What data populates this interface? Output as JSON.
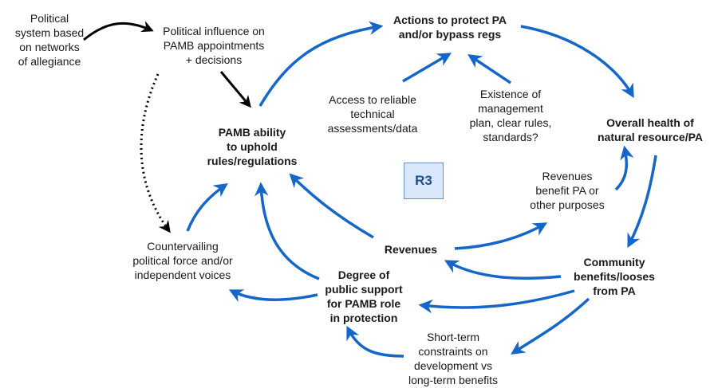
{
  "colors": {
    "causal_link": "#1466c8",
    "political_link": "#000000",
    "loop_fill": "#dae8fc",
    "loop_border": "#6c8ebf",
    "loop_text": "#1f4e8c"
  },
  "loop_label": "R3",
  "nodes": [
    {
      "id": "political-system",
      "lines": [
        "Political",
        "system based",
        "on networks",
        "of allegiance"
      ],
      "bold": false
    },
    {
      "id": "political-influence",
      "lines": [
        "Political influence on",
        "PAMB appointments",
        "+ decisions"
      ],
      "bold": false
    },
    {
      "id": "pamb-ability",
      "lines": [
        "PAMB ability",
        "to uphold",
        "rules/regulations"
      ],
      "bold": true
    },
    {
      "id": "actions-protect",
      "lines": [
        "Actions to protect PA",
        "and/or bypass regs"
      ],
      "bold": true
    },
    {
      "id": "access-data",
      "lines": [
        "Access to reliable",
        "technical",
        "assessments/data"
      ],
      "bold": false
    },
    {
      "id": "management-plan",
      "lines": [
        "Existence of",
        "management",
        "plan, clear rules,",
        "standards?"
      ],
      "bold": false
    },
    {
      "id": "overall-health",
      "lines": [
        "Overall health of",
        "natural resource/PA"
      ],
      "bold": true
    },
    {
      "id": "revenues-benefit",
      "lines": [
        "Revenues",
        "benefit PA or",
        "other purposes"
      ],
      "bold": false
    },
    {
      "id": "revenues",
      "lines": [
        "Revenues"
      ],
      "bold": true
    },
    {
      "id": "community-benefits",
      "lines": [
        "Community",
        "benefits/looses",
        "from PA"
      ],
      "bold": true
    },
    {
      "id": "countervailing",
      "lines": [
        "Countervailing",
        "political force and/or",
        "independent voices"
      ],
      "bold": false
    },
    {
      "id": "public-support",
      "lines": [
        "Degree of",
        "public support",
        "for PAMB role",
        "in protection"
      ],
      "bold": true
    },
    {
      "id": "short-term",
      "lines": [
        "Short-term",
        "constraints on",
        "development vs",
        "long-term benefits"
      ],
      "bold": false
    }
  ],
  "links": [
    {
      "from": "political-system",
      "to": "political-influence",
      "style": "political"
    },
    {
      "from": "political-influence",
      "to": "pamb-ability",
      "style": "political"
    },
    {
      "from": "political-influence",
      "to": "countervailing",
      "style": "political-dotted"
    },
    {
      "from": "pamb-ability",
      "to": "actions-protect",
      "style": "causal"
    },
    {
      "from": "access-data",
      "to": "actions-protect",
      "style": "causal"
    },
    {
      "from": "management-plan",
      "to": "actions-protect",
      "style": "causal"
    },
    {
      "from": "actions-protect",
      "to": "overall-health",
      "style": "causal"
    },
    {
      "from": "overall-health",
      "to": "community-benefits",
      "style": "causal"
    },
    {
      "from": "revenues-benefit",
      "to": "overall-health",
      "style": "causal"
    },
    {
      "from": "revenues",
      "to": "revenues-benefit",
      "style": "causal"
    },
    {
      "from": "revenues",
      "to": "pamb-ability",
      "style": "causal"
    },
    {
      "from": "community-benefits",
      "to": "revenues",
      "style": "causal"
    },
    {
      "from": "community-benefits",
      "to": "public-support",
      "style": "causal"
    },
    {
      "from": "community-benefits",
      "to": "short-term",
      "style": "causal"
    },
    {
      "from": "short-term",
      "to": "public-support",
      "style": "causal"
    },
    {
      "from": "public-support",
      "to": "pamb-ability",
      "style": "causal"
    },
    {
      "from": "public-support",
      "to": "countervailing",
      "style": "causal"
    },
    {
      "from": "countervailing",
      "to": "pamb-ability",
      "style": "causal"
    }
  ]
}
